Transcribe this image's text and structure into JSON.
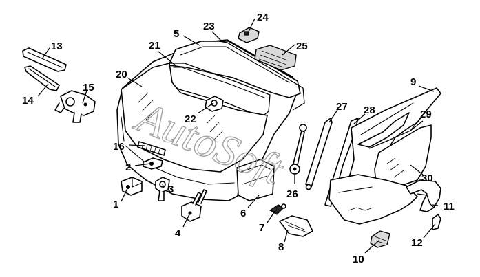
{
  "watermark": "AutoSoft",
  "callouts": [
    {
      "id": "p1",
      "label": "1"
    },
    {
      "id": "p2",
      "label": "2"
    },
    {
      "id": "p3",
      "label": "3"
    },
    {
      "id": "p4",
      "label": "4"
    },
    {
      "id": "p5",
      "label": "5"
    },
    {
      "id": "p6",
      "label": "6"
    },
    {
      "id": "p7",
      "label": "7"
    },
    {
      "id": "p8",
      "label": "8"
    },
    {
      "id": "p9",
      "label": "9"
    },
    {
      "id": "p10",
      "label": "10"
    },
    {
      "id": "p11",
      "label": "11"
    },
    {
      "id": "p12",
      "label": "12"
    },
    {
      "id": "p13",
      "label": "13"
    },
    {
      "id": "p14",
      "label": "14"
    },
    {
      "id": "p15",
      "label": "15"
    },
    {
      "id": "p16",
      "label": "16"
    },
    {
      "id": "p20",
      "label": "20"
    },
    {
      "id": "p21",
      "label": "21"
    },
    {
      "id": "p22",
      "label": "22"
    },
    {
      "id": "p23",
      "label": "23"
    },
    {
      "id": "p24",
      "label": "24"
    },
    {
      "id": "p25",
      "label": "25"
    },
    {
      "id": "p26",
      "label": "26"
    },
    {
      "id": "p27",
      "label": "27"
    },
    {
      "id": "p28",
      "label": "28"
    },
    {
      "id": "p29",
      "label": "29"
    },
    {
      "id": "p30",
      "label": "30"
    }
  ]
}
